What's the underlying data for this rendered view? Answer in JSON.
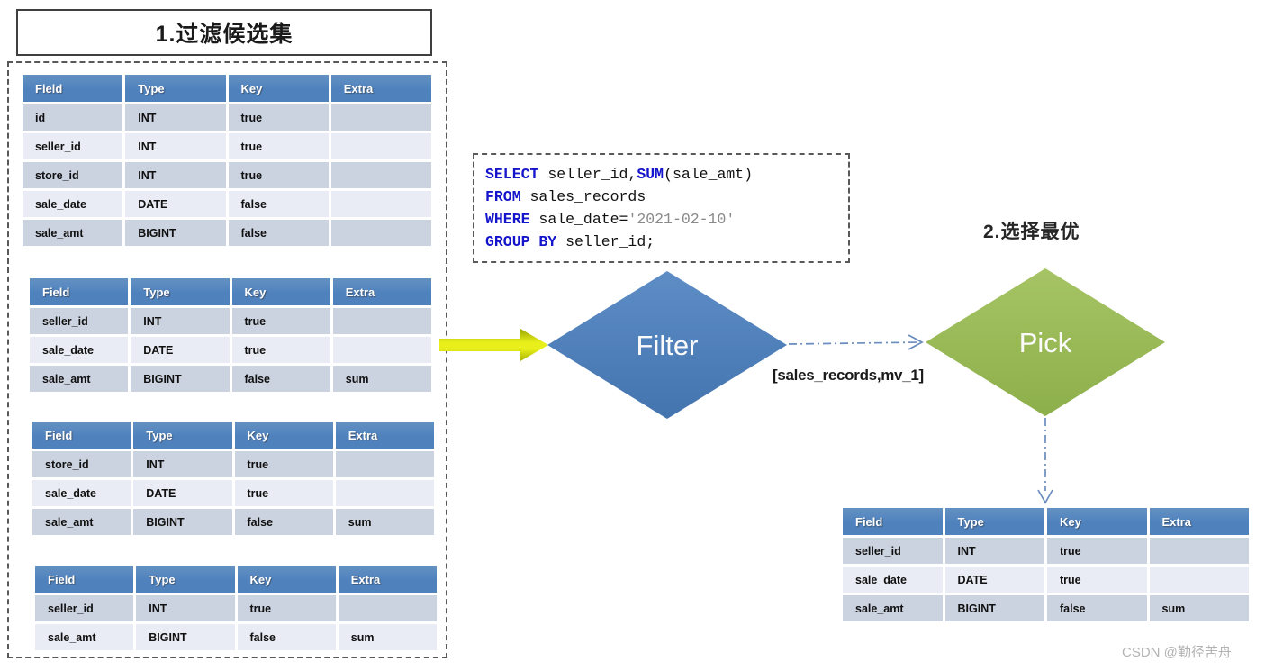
{
  "title": "1.过滤候选集",
  "step2_label": "2.选择最优",
  "columns": [
    "Field",
    "Type",
    "Key",
    "Extra"
  ],
  "candidate_tables": [
    {
      "rows": [
        [
          "id",
          "INT",
          "true",
          ""
        ],
        [
          "seller_id",
          "INT",
          "true",
          ""
        ],
        [
          "store_id",
          "INT",
          "true",
          ""
        ],
        [
          "sale_date",
          "DATE",
          "false",
          ""
        ],
        [
          "sale_amt",
          "BIGINT",
          "false",
          ""
        ]
      ]
    },
    {
      "rows": [
        [
          "seller_id",
          "INT",
          "true",
          ""
        ],
        [
          "sale_date",
          "DATE",
          "true",
          ""
        ],
        [
          "sale_amt",
          "BIGINT",
          "false",
          "sum"
        ]
      ]
    },
    {
      "rows": [
        [
          "store_id",
          "INT",
          "true",
          ""
        ],
        [
          "sale_date",
          "DATE",
          "true",
          ""
        ],
        [
          "sale_amt",
          "BIGINT",
          "false",
          "sum"
        ]
      ]
    },
    {
      "rows": [
        [
          "seller_id",
          "INT",
          "true",
          ""
        ],
        [
          "sale_amt",
          "BIGINT",
          "false",
          "sum"
        ]
      ]
    }
  ],
  "sql": {
    "lines": [
      [
        {
          "text": "SELECT",
          "type": "kw"
        },
        {
          "text": " seller_id,",
          "type": "plain"
        },
        {
          "text": "SUM",
          "type": "kw"
        },
        {
          "text": "(sale_amt)",
          "type": "plain"
        }
      ],
      [
        {
          "text": "FROM",
          "type": "kw"
        },
        {
          "text": " sales_records",
          "type": "plain"
        }
      ],
      [
        {
          "text": "WHERE",
          "type": "kw"
        },
        {
          "text": " sale_date=",
          "type": "plain"
        },
        {
          "text": "'2021-02-10'",
          "type": "str"
        }
      ],
      [
        {
          "text": "GROUP BY",
          "type": "kw"
        },
        {
          "text": " seller_id;",
          "type": "plain"
        }
      ]
    ]
  },
  "flow": {
    "filter_label": "Filter",
    "pick_label": "Pick",
    "edge_label": "[sales_records,mv_1]"
  },
  "result_table": {
    "rows": [
      [
        "seller_id",
        "INT",
        "true",
        ""
      ],
      [
        "sale_date",
        "DATE",
        "true",
        ""
      ],
      [
        "sale_amt",
        "BIGINT",
        "false",
        "sum"
      ]
    ]
  },
  "watermark": "CSDN @勤径苦舟",
  "colors": {
    "header_blue": "#4f81bd",
    "row_dark": "#ccd3e0",
    "row_light": "#e9ecf4",
    "filter_fill": "#4f81bd",
    "pick_fill": "#9bbb59",
    "sql_keyword": "#1414cc",
    "sql_string": "#8a8a8a",
    "arrow_yellow": "#e8ee00",
    "connector_blue": "#6b8cbf"
  }
}
